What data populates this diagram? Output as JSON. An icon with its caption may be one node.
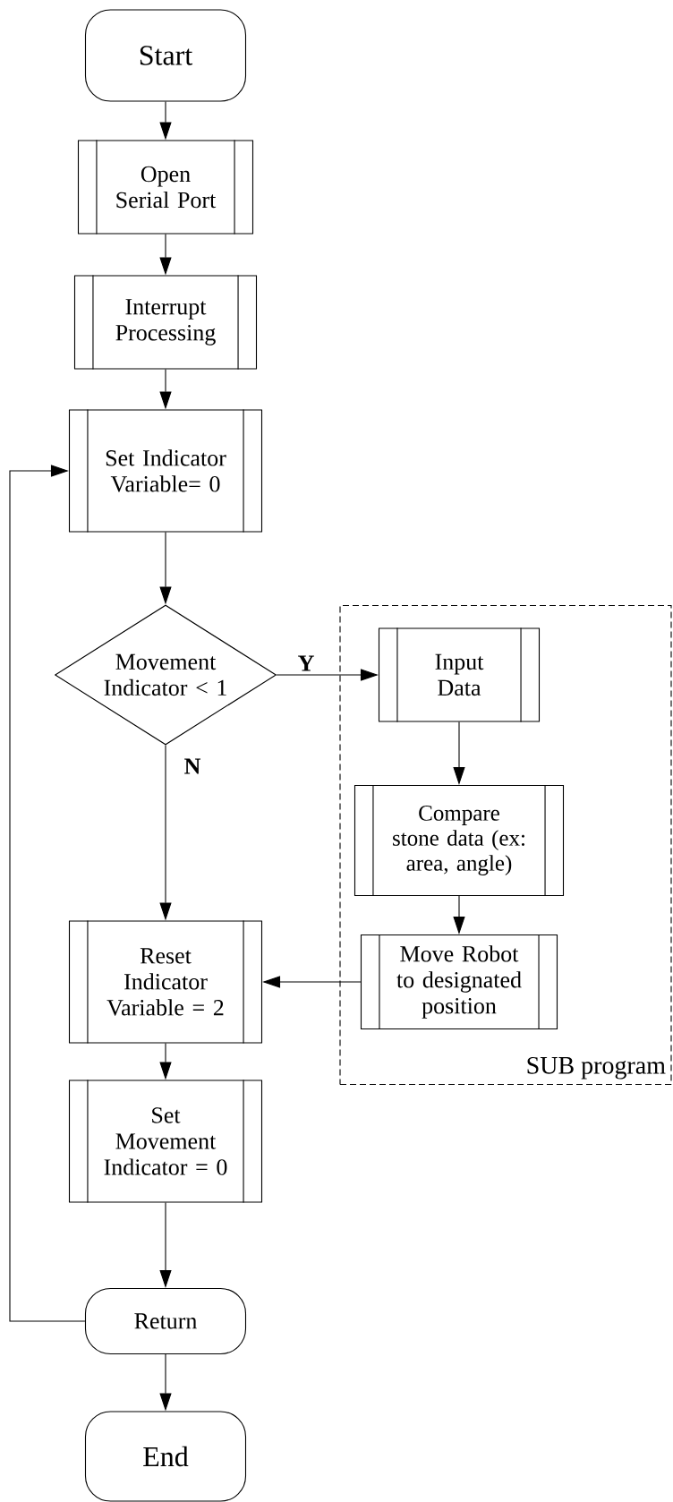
{
  "diagram": {
    "nodes": [
      {
        "text": [
          "Start"
        ]
      },
      {
        "text": [
          "Open Serial Port"
        ]
      },
      {
        "text": [
          "Interrupt Processing"
        ]
      },
      {
        "text": [
          "Set Indicator Variable= 0"
        ]
      },
      {
        "text": [
          "Movement Indicator < 1"
        ]
      },
      {
        "text": [
          "SUB program"
        ]
      },
      {
        "text": [
          "Input Data"
        ],
        "in": 5
      },
      {
        "text": [
          "Compare stone data (ex: area, angle)"
        ],
        "in": 5
      },
      {
        "text": [
          "Move Robot to designated position"
        ],
        "in": 5
      },
      {
        "text": [
          "Reset Indicator Variable = 2"
        ]
      },
      {
        "text": [
          "Set Movement Indicator = 0"
        ]
      },
      {
        "text": [
          "Return"
        ]
      },
      {
        "text": [
          "End"
        ]
      }
    ],
    "edges": [
      {
        "from": 0,
        "to": 1,
        "arrow": "to"
      },
      {
        "from": 1,
        "to": 2,
        "arrow": "to"
      },
      {
        "from": 2,
        "to": 3,
        "arrow": "to"
      },
      {
        "from": 3,
        "to": 4,
        "arrow": "to"
      },
      {
        "from": 4,
        "to": 6,
        "arrow": "to",
        "label": "Y"
      },
      {
        "from": 6,
        "to": 7,
        "arrow": "to"
      },
      {
        "from": 7,
        "to": 8,
        "arrow": "to"
      },
      {
        "from": 4,
        "to": 9,
        "arrow": "to",
        "label": "N"
      },
      {
        "from": 8,
        "to": 9,
        "arrow": "to"
      },
      {
        "from": 9,
        "to": 10,
        "arrow": "to"
      },
      {
        "from": 10,
        "to": 11,
        "arrow": "to"
      },
      {
        "from": 11,
        "to": 3,
        "arrow": "to"
      },
      {
        "from": 11,
        "to": 12,
        "arrow": "to"
      }
    ]
  }
}
